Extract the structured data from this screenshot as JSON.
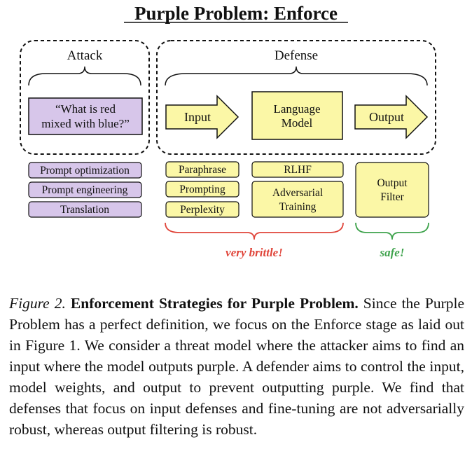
{
  "title": "Purple Problem: Enforce",
  "attack": {
    "label": "Attack",
    "prompt_line1": "“What is red",
    "prompt_line2": "mixed with blue?”",
    "methods": [
      "Prompt optimization",
      "Prompt engineering",
      "Translation"
    ]
  },
  "defense": {
    "label": "Defense",
    "input_label": "Input",
    "model_line1": "Language",
    "model_line2": "Model",
    "output_label": "Output",
    "input_defenses": [
      "Paraphrase",
      "Prompting",
      "Perplexity"
    ],
    "model_defense_1": "RLHF",
    "model_defense_2_line1": "Adversarial",
    "model_defense_2_line2": "Training",
    "output_defense_line1": "Output",
    "output_defense_line2": "Filter",
    "brittle_label": "very brittle!",
    "safe_label": "safe!"
  },
  "caption": {
    "fig_label": "Figure 2.",
    "fig_title": "Enforcement Strategies for Purple Problem.",
    "body": "Since the Purple Problem has a perfect definition, we focus on the Enforce stage as laid out in Figure 1. We consider a threat model where the attacker aims to find an input where the model outputs purple. A defender aims to control the input, model weights, and output to prevent outputting purple. We find that defenses that focus on input defenses and fine-tuning are not adversarially robust, whereas output filtering is robust."
  },
  "colors": {
    "purple_fill": "#d7c6ea",
    "yellow_fill": "#fbf7a6",
    "brittle_red": "#e0453a",
    "safe_green": "#3fa34d"
  }
}
